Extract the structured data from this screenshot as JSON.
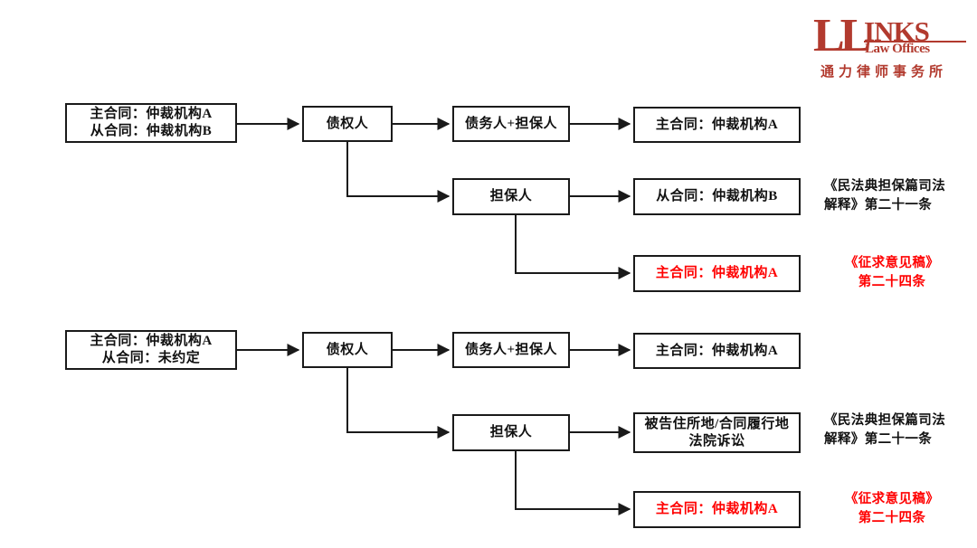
{
  "logo": {
    "ll": "LL",
    "inks": "INKS",
    "law_offices": "Law Offices",
    "chinese": "通力律师事务所",
    "color": "#b23a2e"
  },
  "colors": {
    "line": "#1a1a1a",
    "text": "#111111",
    "highlight": "#ff0000",
    "brand": "#b23a2e",
    "background": "#ffffff"
  },
  "flows": [
    {
      "id": "flow-1",
      "source": {
        "line1": "主合同：仲裁机构A",
        "line2": "从合同：仲裁机构B"
      },
      "party": "债权人",
      "branches": [
        {
          "id": "branch-1-debtor-guarantor",
          "respondent": "债务人+担保人",
          "outcome": "主合同：仲裁机构A",
          "outcome_highlight": false,
          "note": "",
          "note_highlight": false
        },
        {
          "id": "branch-1-guarantor",
          "respondent": "担保人",
          "outcome": "从合同：仲裁机构B",
          "outcome_highlight": false,
          "note": "《民法典担保篇司法解释》第二十一条",
          "note_highlight": false
        },
        {
          "id": "branch-1-guarantor-alt",
          "respondent": "",
          "outcome": "主合同：仲裁机构A",
          "outcome_highlight": true,
          "note_line1": "《征求意见稿》",
          "note_line2": "第二十四条",
          "note_highlight": true
        }
      ]
    },
    {
      "id": "flow-2",
      "source": {
        "line1": "主合同：仲裁机构A",
        "line2": "从合同：未约定"
      },
      "party": "债权人",
      "branches": [
        {
          "id": "branch-2-debtor-guarantor",
          "respondent": "债务人+担保人",
          "outcome": "主合同：仲裁机构A",
          "outcome_highlight": false,
          "note": "",
          "note_highlight": false
        },
        {
          "id": "branch-2-guarantor",
          "respondent": "担保人",
          "outcome_line1": "被告住所地/合同履行地",
          "outcome_line2": "法院诉讼",
          "outcome_highlight": false,
          "note": "《民法典担保篇司法解释》第二十一条",
          "note_highlight": false
        },
        {
          "id": "branch-2-guarantor-alt",
          "respondent": "",
          "outcome": "主合同：仲裁机构A",
          "outcome_highlight": true,
          "note_line1": "《征求意见稿》",
          "note_line2": "第二十四条",
          "note_highlight": true
        }
      ]
    }
  ],
  "notes": {
    "judicial_interpretation_line1": "《民法典担保篇司法",
    "judicial_interpretation_line2": "解释》第二十一条",
    "draft_line1": "《征求意见稿》",
    "draft_line2": "第二十四条"
  }
}
